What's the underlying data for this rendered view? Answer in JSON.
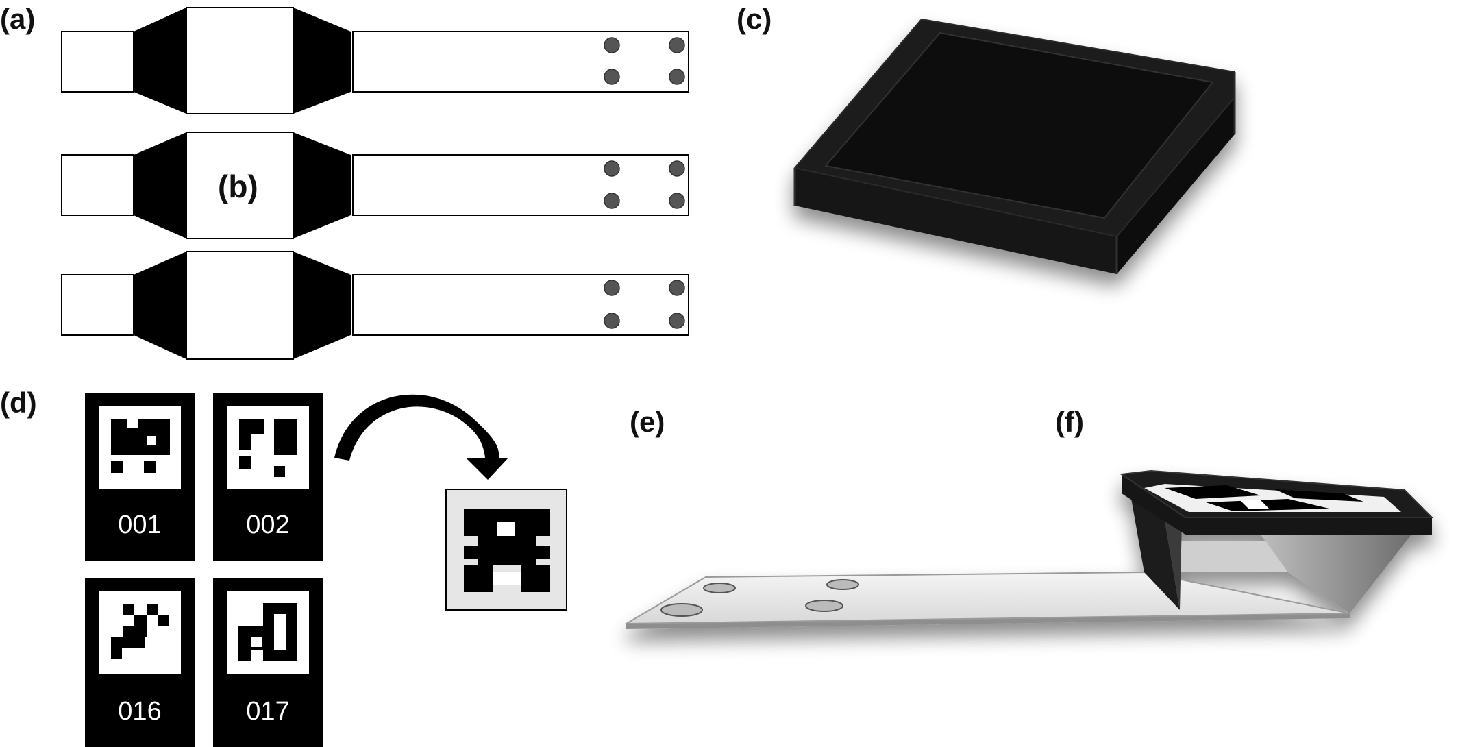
{
  "panels": {
    "a": "(a)",
    "b": "(b)",
    "c": "(c)",
    "d": "(d)",
    "e": "(e)",
    "f": "(f)"
  },
  "markers": {
    "m1": "001",
    "m2": "002",
    "m3": "016",
    "m4": "017"
  },
  "colors": {
    "ink": "#000000",
    "dot": "#555555",
    "gray_bg": "#e6e6e6",
    "strip": "#e9e9e9"
  }
}
